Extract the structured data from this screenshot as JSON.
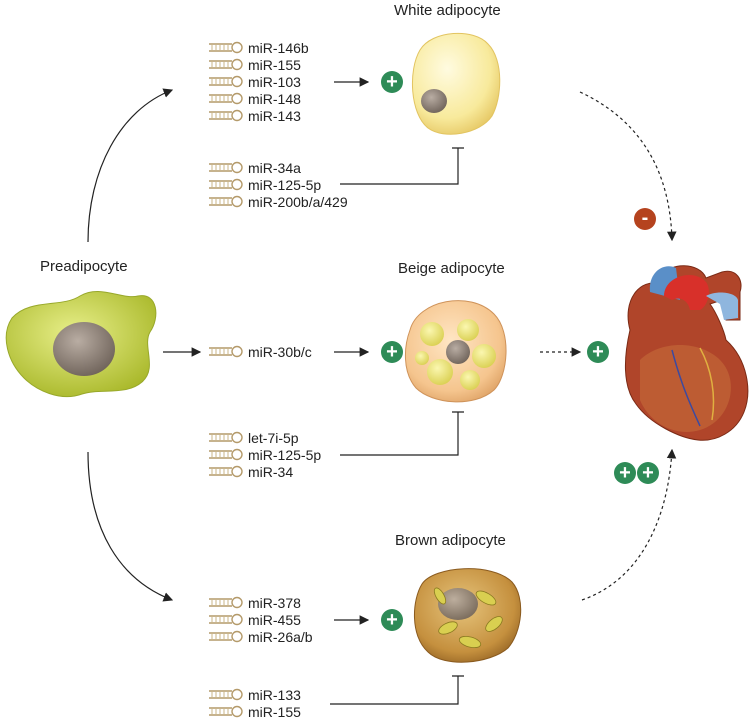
{
  "labels": {
    "preadipocyte": "Preadipocyte",
    "white": "White adipocyte",
    "beige": "Beige adipocyte",
    "brown": "Brown adipocyte"
  },
  "mirna_groups": {
    "white_up": [
      "miR-146b",
      "miR-155",
      "miR-103",
      "miR-148",
      "miR-143"
    ],
    "white_down": [
      "miR-34a",
      "miR-125-5p",
      "miR-200b/a/429"
    ],
    "beige_up": [
      "miR-30b/c"
    ],
    "beige_down": [
      "let-7i-5p",
      "miR-125-5p",
      "miR-34"
    ],
    "brown_up": [
      "miR-378",
      "miR-455",
      "miR-26a/b"
    ],
    "brown_down": [
      "miR-133",
      "miR-155"
    ]
  },
  "effects": {
    "plus": "+",
    "minus": "-"
  },
  "colors": {
    "plus": "#2e8b57",
    "minus": "#b5431e"
  }
}
